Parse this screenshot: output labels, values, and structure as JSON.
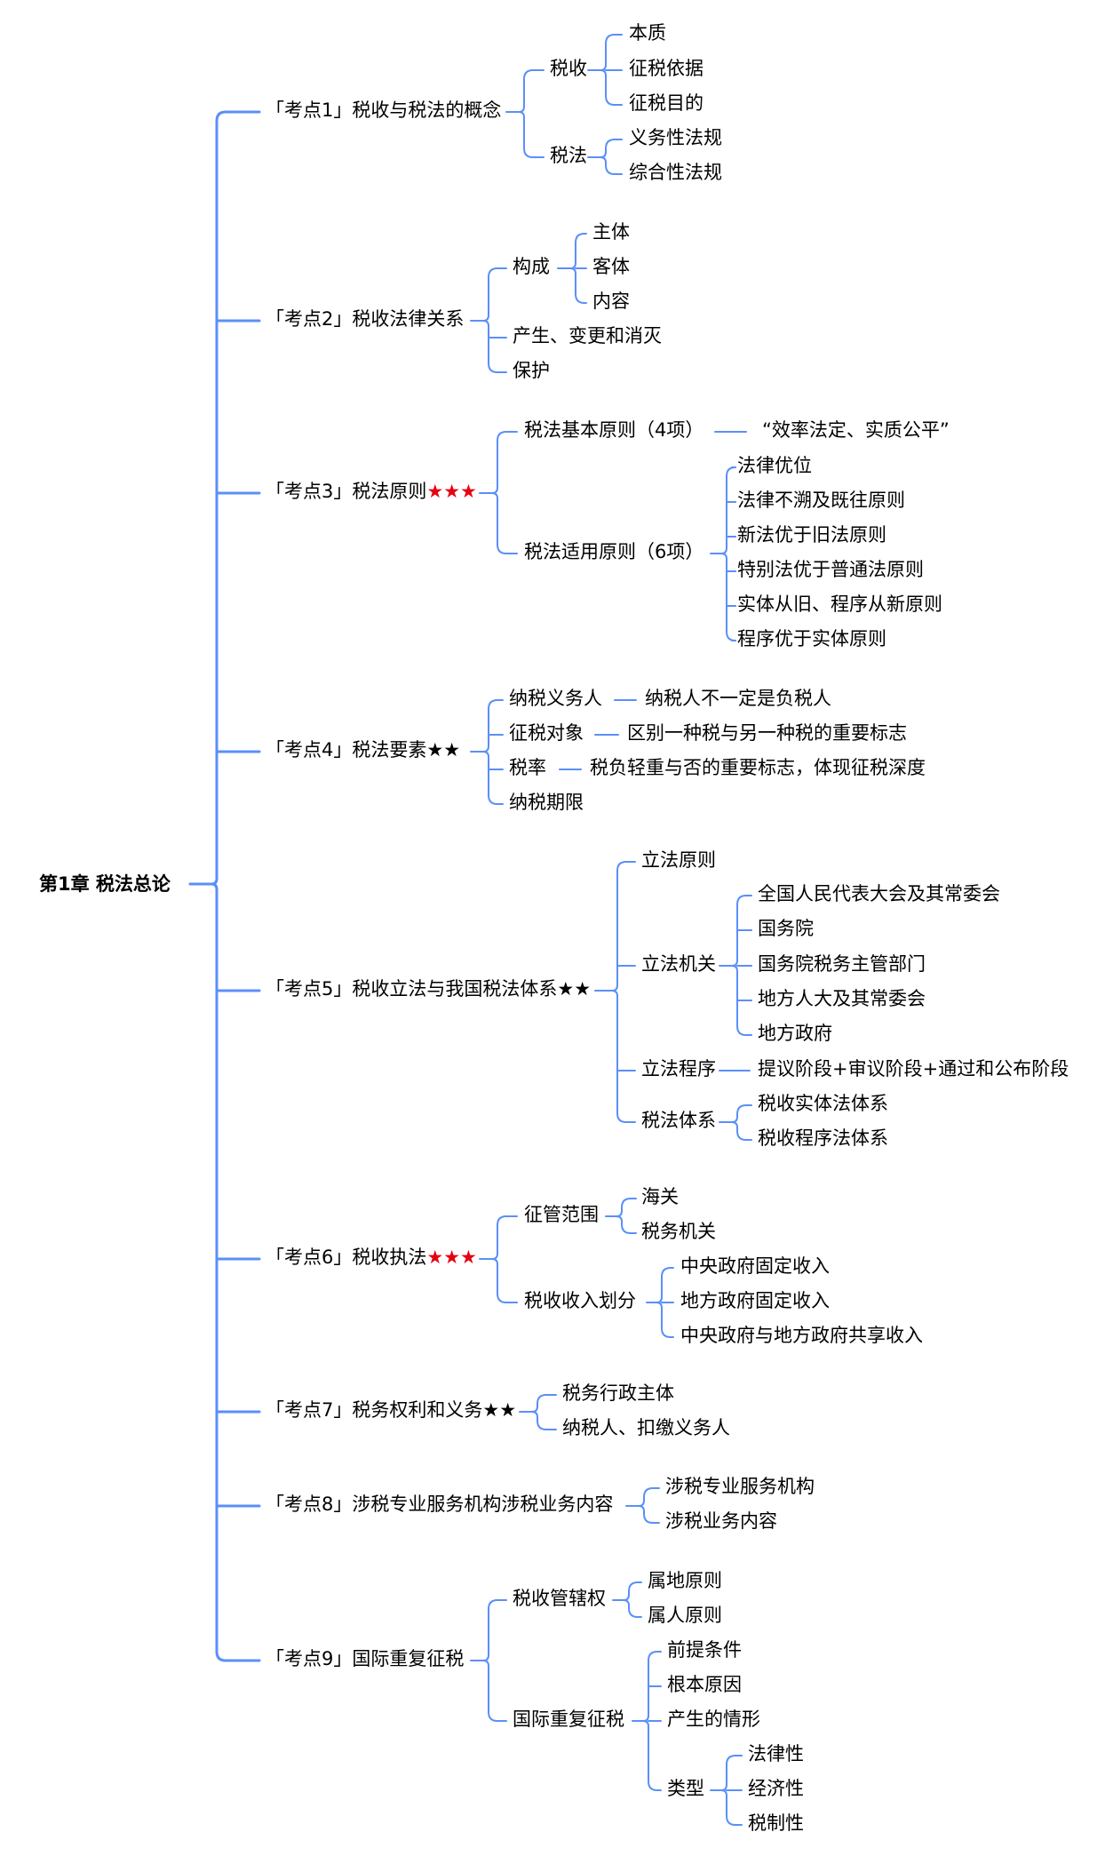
{
  "root": "第1章 税法总论",
  "colors": {
    "line": "#5b8ff9",
    "red_star": "#e60012"
  },
  "k1": {
    "label": "「考点1」税收与税法的概念",
    "stars": "",
    "a": {
      "label": "税收",
      "items": [
        "本质",
        "征税依据",
        "征税目的"
      ]
    },
    "b": {
      "label": "税法",
      "items": [
        "义务性法规",
        "综合性法规"
      ]
    }
  },
  "k2": {
    "label": "「考点2」税收法律关系",
    "stars": "",
    "a": {
      "label": "构成",
      "items": [
        "主体",
        "客体",
        "内容"
      ]
    },
    "b": "产生、变更和消灭",
    "c": "保护"
  },
  "k3": {
    "label": "「考点3」税法原则",
    "stars": "★★★",
    "a": {
      "label": "税法基本原则（4项）",
      "note": "“效率法定、实质公平”"
    },
    "b": {
      "label": "税法适用原则（6项）",
      "items": [
        "法律优位",
        "法律不溯及既往原则",
        "新法优于旧法原则",
        "特别法优于普通法原则",
        "实体从旧、程序从新原则",
        "程序优于实体原则"
      ]
    }
  },
  "k4": {
    "label": "「考点4」税法要素",
    "stars": "★★",
    "a": {
      "label": "纳税义务人",
      "note": "纳税人不一定是负税人"
    },
    "b": {
      "label": "征税对象",
      "note": "区别一种税与另一种税的重要标志"
    },
    "c": {
      "label": "税率",
      "note": "税负轻重与否的重要标志，体现征税深度"
    },
    "d": "纳税期限"
  },
  "k5": {
    "label": "「考点5」税收立法与我国税法体系",
    "stars": "★★",
    "a": "立法原则",
    "b": {
      "label": "立法机关",
      "items": [
        "全国人民代表大会及其常委会",
        "国务院",
        "国务院税务主管部门",
        "地方人大及其常委会",
        "地方政府"
      ]
    },
    "c": {
      "label": "立法程序",
      "note": "提议阶段+审议阶段+通过和公布阶段"
    },
    "d": {
      "label": "税法体系",
      "items": [
        "税收实体法体系",
        "税收程序法体系"
      ]
    }
  },
  "k6": {
    "label": "「考点6」税收执法",
    "stars": "★★★",
    "a": {
      "label": "征管范围",
      "items": [
        "海关",
        "税务机关"
      ]
    },
    "b": {
      "label": "税收收入划分",
      "items": [
        "中央政府固定收入",
        "地方政府固定收入",
        "中央政府与地方政府共享收入"
      ]
    }
  },
  "k7": {
    "label": "「考点7」税务权利和义务",
    "stars": "★★",
    "items": [
      "税务行政主体",
      "纳税人、扣缴义务人"
    ]
  },
  "k8": {
    "label": "「考点8」涉税专业服务机构涉税业务内容",
    "stars": "",
    "items": [
      "涉税专业服务机构",
      "涉税业务内容"
    ]
  },
  "k9": {
    "label": "「考点9」国际重复征税",
    "stars": "",
    "a": {
      "label": "税收管辖权",
      "items": [
        "属地原则",
        "属人原则"
      ]
    },
    "b": {
      "label": "国际重复征税",
      "items": [
        "前提条件",
        "根本原因",
        "产生的情形"
      ],
      "type": {
        "label": "类型",
        "items": [
          "法律性",
          "经济性",
          "税制性"
        ]
      }
    }
  }
}
